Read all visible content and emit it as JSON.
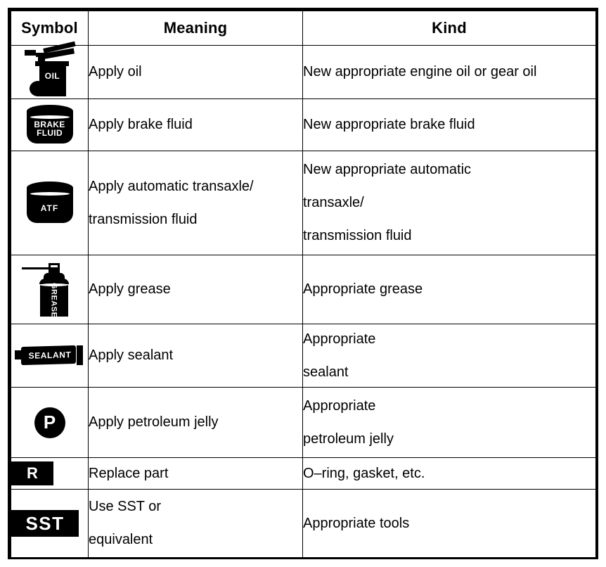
{
  "table": {
    "headers": {
      "symbol": "Symbol",
      "meaning": "Meaning",
      "kind": "Kind"
    },
    "rows": [
      {
        "symbol_icon": "oil-can-icon",
        "symbol_label": "OIL",
        "meaning_line1": "Apply oil",
        "meaning_line2": "",
        "kind_line1": "New appropriate engine oil or gear oil",
        "kind_line2": "",
        "kind_line3": ""
      },
      {
        "symbol_icon": "brake-fluid-can-icon",
        "symbol_label_line1": "BRAKE",
        "symbol_label_line2": "FLUID",
        "meaning_line1": "Apply brake fluid",
        "meaning_line2": "",
        "kind_line1": "New appropriate brake fluid",
        "kind_line2": "",
        "kind_line3": ""
      },
      {
        "symbol_icon": "atf-can-icon",
        "symbol_label": "ATF",
        "meaning_line1": "Apply automatic transaxle/",
        "meaning_line2": "transmission fluid",
        "kind_line1": "New appropriate automatic",
        "kind_line2": "transaxle/",
        "kind_line3": "transmission fluid"
      },
      {
        "symbol_icon": "grease-cartridge-icon",
        "symbol_label": "GREASE",
        "meaning_line1": "Apply grease",
        "meaning_line2": "",
        "kind_line1": "Appropriate grease",
        "kind_line2": "",
        "kind_line3": ""
      },
      {
        "symbol_icon": "sealant-tube-icon",
        "symbol_label": "SEALANT",
        "meaning_line1": "Apply sealant",
        "meaning_line2": "",
        "kind_line1": "Appropriate",
        "kind_line2": "sealant",
        "kind_line3": ""
      },
      {
        "symbol_icon": "petroleum-jelly-icon",
        "symbol_label": "P",
        "meaning_line1": "Apply petroleum jelly",
        "meaning_line2": "",
        "kind_line1": "Appropriate",
        "kind_line2": "petroleum jelly",
        "kind_line3": ""
      },
      {
        "symbol_icon": "replace-part-icon",
        "symbol_label": "R",
        "meaning_line1": "Replace part",
        "meaning_line2": "",
        "kind_line1": "O–ring, gasket, etc.",
        "kind_line2": "",
        "kind_line3": ""
      },
      {
        "symbol_icon": "sst-tool-icon",
        "symbol_label": "SST",
        "meaning_line1": "Use SST or",
        "meaning_line2": "equivalent",
        "kind_line1": "Appropriate tools",
        "kind_line2": "",
        "kind_line3": ""
      }
    ]
  },
  "colors": {
    "ink": "#000000",
    "paper": "#ffffff"
  }
}
